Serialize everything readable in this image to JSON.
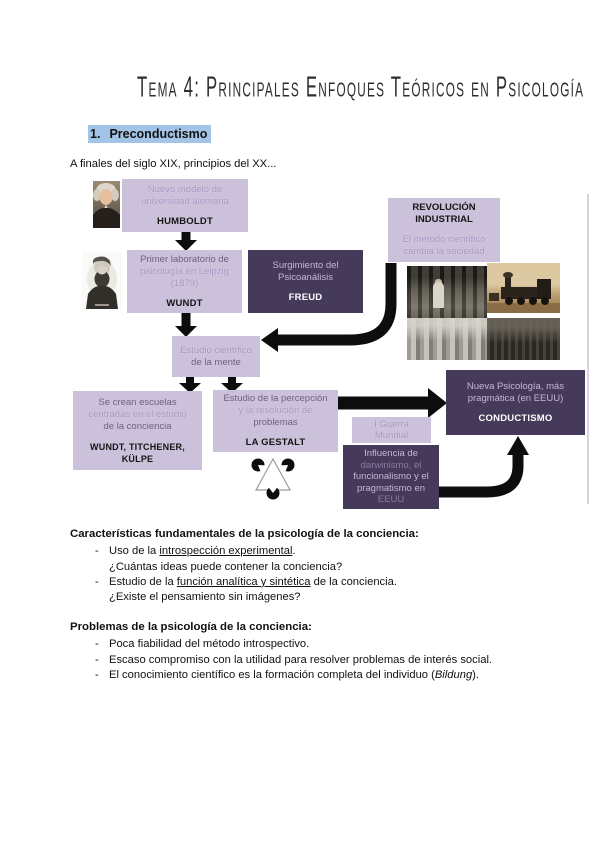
{
  "page": {
    "title": "Tema 4: Principales Enfoques Teóricos en Psicología",
    "section": {
      "number": "1.",
      "label": "Preconductismo"
    },
    "intro": "A finales del siglo XIX, principios del XX..."
  },
  "colors": {
    "light_box": "#ccc1da",
    "dark_box": "#453a59",
    "heading_highlight": "#a3c4e6",
    "arrow": "#0d0d0d"
  },
  "icons": {
    "humboldt_portrait": "humboldt-portrait-painting",
    "wundt_portrait": "wundt-portrait-engraving",
    "industrial_photos": "industrial-revolution-photo-collage",
    "kanizsa": "kanizsa-triangle-illusion"
  },
  "diagram": {
    "humboldt": {
      "l1": "Nuevo modelo de",
      "l2": "universidad alemana",
      "name": "HUMBOLDT"
    },
    "wundt": {
      "l1": "Primer laboratorio de",
      "l2": "psicología en Leipzig",
      "l3": "(1879)",
      "name": "WUNDT"
    },
    "freud": {
      "l1": "Surgimiento del",
      "l2": "Psicoanálisis",
      "name": "FREUD"
    },
    "revolucion": {
      "t1": "REVOLUCIÓN",
      "t2": "INDUSTRIAL",
      "l1": "El método científico",
      "l2": "cambia la sociedad"
    },
    "mente": {
      "l1": "Estudio científico",
      "l2": "de la mente"
    },
    "escuelas": {
      "l1": "Se crean escuelas",
      "l2": "centradas en el estudio",
      "l3": "de la conciencia",
      "name": "WUNDT, TITCHENER, KÜLPE"
    },
    "gestalt": {
      "l1": "Estudio de la percepción",
      "l2": "y la resolución de",
      "l3": "problemas",
      "name": "LA GESTALT"
    },
    "guerra": {
      "l1": "I Guerra",
      "l2": "Mundial"
    },
    "influencia": {
      "l1": "Influencia de",
      "l2": "darwinismo, el",
      "l3": "funcionalismo y el",
      "l4": "pragmatismo en",
      "l5": "EEUU"
    },
    "conductismo": {
      "l1": "Nueva Psicología, más",
      "l2": "pragmática (en EEUU)",
      "name": "CONDUCTISMO"
    }
  },
  "caracteristicas": {
    "heading": "Características fundamentales de la psicología de la conciencia:",
    "items": [
      {
        "dash": "-",
        "pre": "Uso de la ",
        "underline": "introspección experimental",
        "post": "."
      },
      {
        "dash": "",
        "pre": "¿Cuántas ideas puede contener la conciencia?",
        "underline": "",
        "post": ""
      },
      {
        "dash": "-",
        "pre": "Estudio de la ",
        "underline": "función analítica y sintética",
        "post": " de la conciencia."
      },
      {
        "dash": "",
        "pre": "¿Existe el pensamiento sin imágenes?",
        "underline": "",
        "post": ""
      }
    ]
  },
  "problemas": {
    "heading": "Problemas de la psicología de la conciencia:",
    "items": [
      {
        "dash": "-",
        "pre": "Poca fiabilidad del método introspectivo.",
        "italic": "",
        "post": ""
      },
      {
        "dash": "-",
        "pre": "Escaso compromiso con la utilidad para resolver problemas de interés social.",
        "italic": "",
        "post": ""
      },
      {
        "dash": "-",
        "pre": "El conocimiento científico es la formación completa del individuo (",
        "italic": "Bildung",
        "post": ")."
      }
    ]
  }
}
